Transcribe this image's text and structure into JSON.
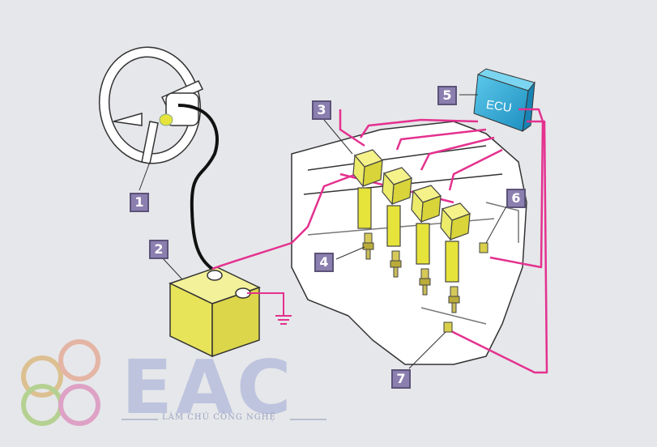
{
  "diagram": {
    "ecu_label": "ECU",
    "callouts": [
      "1",
      "2",
      "3",
      "4",
      "5",
      "6",
      "7"
    ]
  },
  "logo": {
    "name": "EAC",
    "tagline": "LÀM CHỦ CÔNG NGHỆ"
  },
  "colors": {
    "background": "#e6e7ea",
    "wire": "#e4318f",
    "coil": "#e6e33a",
    "ecu": "#2fb0d8",
    "callout": "#8b7fb0"
  }
}
